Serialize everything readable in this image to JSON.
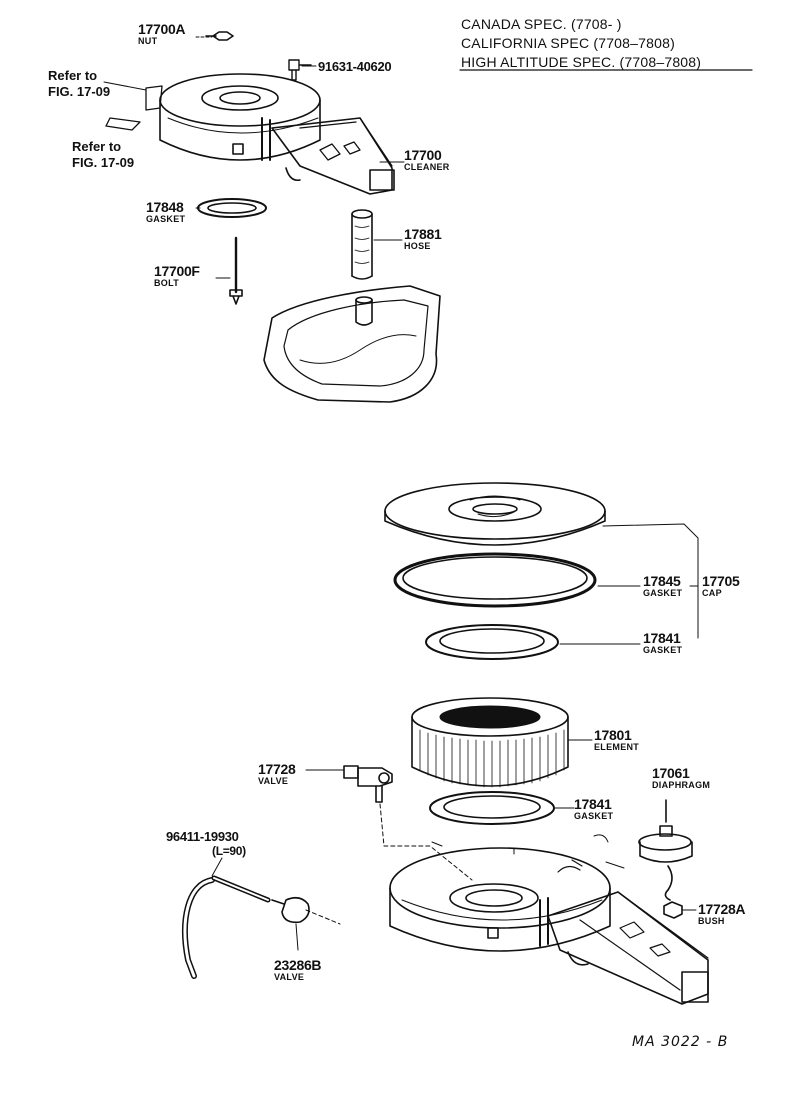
{
  "specs": [
    "CANADA SPEC. (7708-        )",
    "CALIFORNIA SPEC  (7708–7808)",
    "HIGH ALTITUDE SPEC. (7708–7808)"
  ],
  "refs": {
    "ref1": [
      "Refer to",
      "FIG. 17-09"
    ],
    "ref2": [
      "Refer to",
      "FIG. 17-09"
    ]
  },
  "parts": {
    "p17700A": {
      "num": "17700A",
      "name": "NUT"
    },
    "p91631": {
      "num": "91631-40620",
      "name": ""
    },
    "p17700": {
      "num": "17700",
      "name": "CLEANER"
    },
    "p17848": {
      "num": "17848",
      "name": "GASKET"
    },
    "p17881": {
      "num": "17881",
      "name": "HOSE"
    },
    "p17700F": {
      "num": "17700F",
      "name": "BOLT"
    },
    "p17845": {
      "num": "17845",
      "name": "GASKET"
    },
    "p17705": {
      "num": "17705",
      "name": "CAP"
    },
    "p17841a": {
      "num": "17841",
      "name": "GASKET"
    },
    "p17801": {
      "num": "17801",
      "name": "ELEMENT"
    },
    "p17728": {
      "num": "17728",
      "name": "VALVE"
    },
    "p17061": {
      "num": "17061",
      "name": "DIAPHRAGM"
    },
    "p17841b": {
      "num": "17841",
      "name": "GASKET"
    },
    "p96411": {
      "num": "96411-19930",
      "name": "(L=90)"
    },
    "p17728A": {
      "num": "17728A",
      "name": "BUSH"
    },
    "p23286B": {
      "num": "23286B",
      "name": "VALVE"
    }
  },
  "code": "MA  3022 - B"
}
